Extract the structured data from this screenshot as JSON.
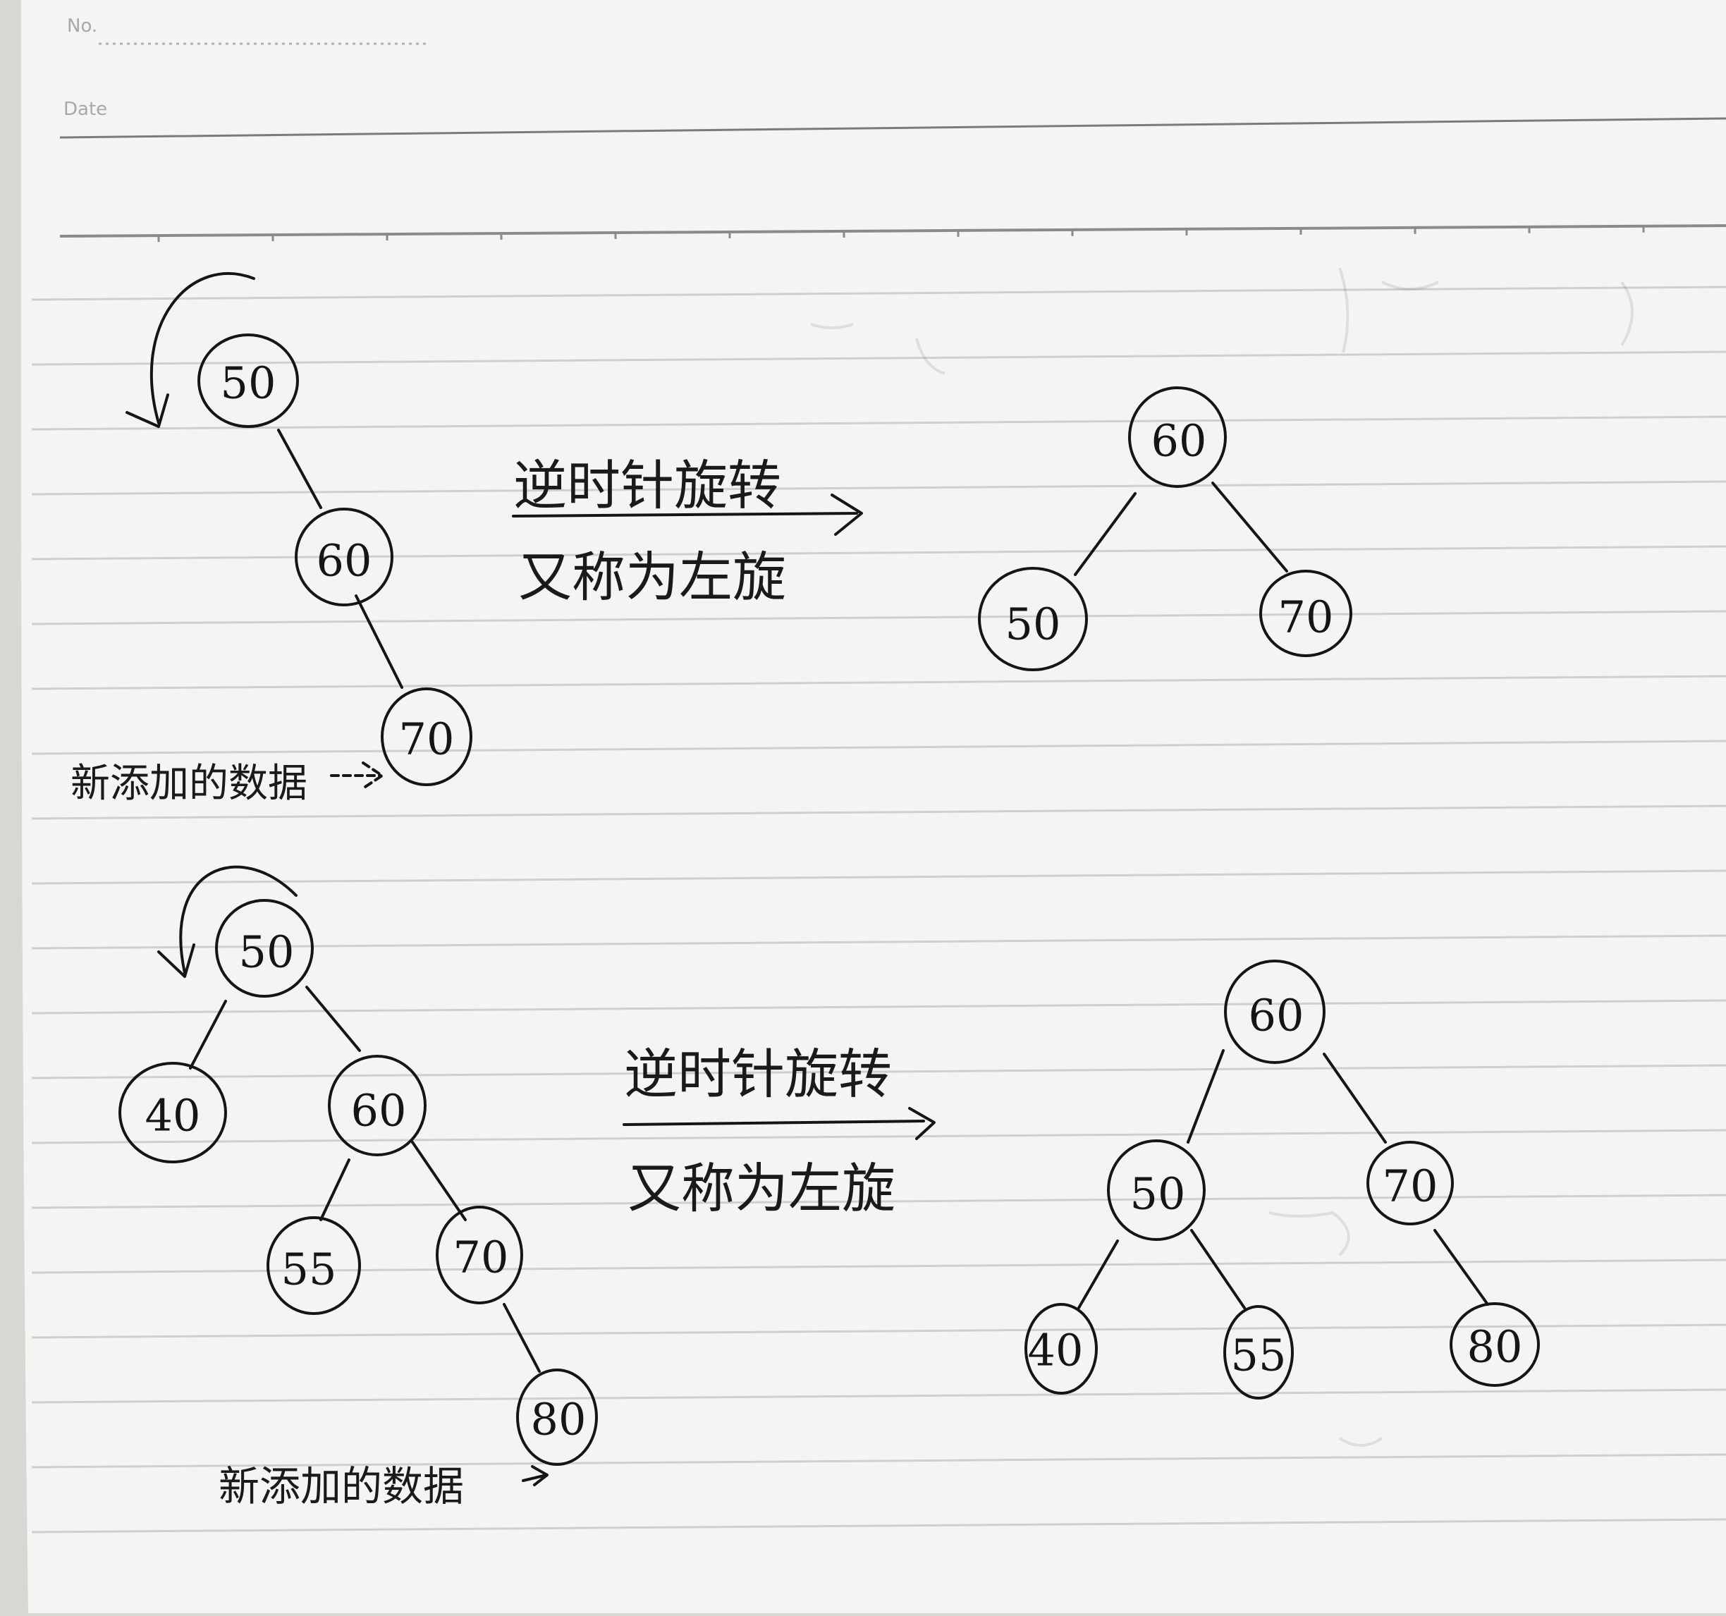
{
  "header": {
    "no_label": "No.",
    "date_label": "Date"
  },
  "diagrams": [
    {
      "id": "top-left",
      "title": "",
      "nodes": [
        "50",
        "60",
        "70"
      ],
      "note": "新添加的数据"
    },
    {
      "id": "top-right",
      "nodes": [
        "60",
        "50",
        "70"
      ]
    },
    {
      "id": "bottom-left",
      "nodes": [
        "50",
        "40",
        "60",
        "55",
        "70",
        "80"
      ],
      "note": "新添加的数据"
    },
    {
      "id": "bottom-right",
      "nodes": [
        "60",
        "50",
        "70",
        "40",
        "55",
        "80"
      ]
    }
  ],
  "captions": [
    {
      "line1": "逆时针旋转",
      "line2": "又称为左旋"
    },
    {
      "line1": "逆时针旋转",
      "line2": "又称为左旋"
    }
  ]
}
